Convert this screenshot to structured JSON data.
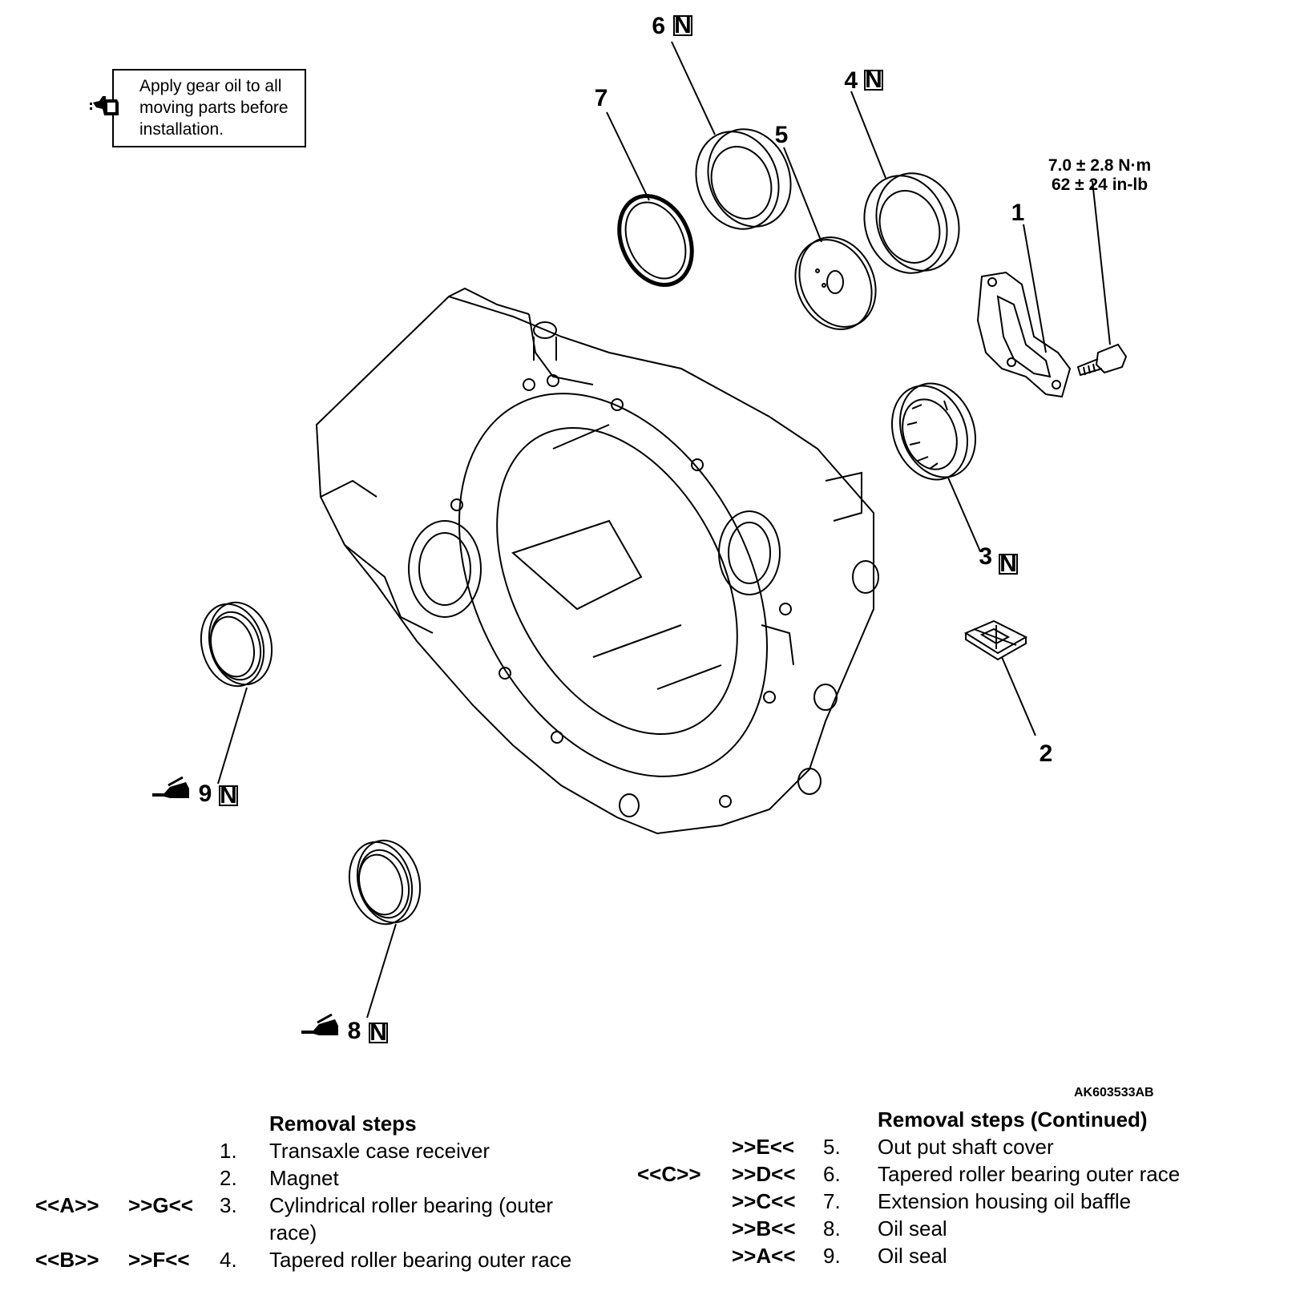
{
  "note": {
    "text": "Apply gear oil to all moving parts before installation.",
    "icon": "oil-can-icon"
  },
  "torque": {
    "line1": "7.0 ± 2.8 N·m",
    "line2": "62 ± 24 in-lb"
  },
  "figure_ref": "AK603533AB",
  "callouts": {
    "c1": "1",
    "c2": "2",
    "c3": "3",
    "c4": "4",
    "c5": "5",
    "c6": "6",
    "c7": "7",
    "c8": "8",
    "c9": "9",
    "n": "N"
  },
  "left_steps": {
    "header": "Removal steps",
    "rows": [
      {
        "codeA": "",
        "codeB": "",
        "num": "1.",
        "text": "Transaxle case receiver"
      },
      {
        "codeA": "",
        "codeB": "",
        "num": "2.",
        "text": "Magnet"
      },
      {
        "codeA": "<<A>>",
        "codeB": ">>G<<",
        "num": "3.",
        "text": "Cylindrical roller bearing (outer"
      },
      {
        "codeA": "",
        "codeB": "",
        "num": "",
        "text": "race)"
      },
      {
        "codeA": "<<B>>",
        "codeB": ">>F<<",
        "num": "4.",
        "text": "Tapered roller bearing outer race"
      }
    ]
  },
  "right_steps": {
    "header": "Removal steps (Continued)",
    "rows": [
      {
        "codeA": "",
        "codeB": ">>E<<",
        "num": "5.",
        "text": "Out put shaft cover"
      },
      {
        "codeA": "<<C>>",
        "codeB": ">>D<<",
        "num": "6.",
        "text": "Tapered roller bearing outer race"
      },
      {
        "codeA": "",
        "codeB": ">>C<<",
        "num": "7.",
        "text": "Extension housing oil baffle"
      },
      {
        "codeA": "",
        "codeB": ">>B<<",
        "num": "8.",
        "text": "Oil seal"
      },
      {
        "codeA": "",
        "codeB": ">>A<<",
        "num": "9.",
        "text": "Oil seal"
      }
    ]
  }
}
